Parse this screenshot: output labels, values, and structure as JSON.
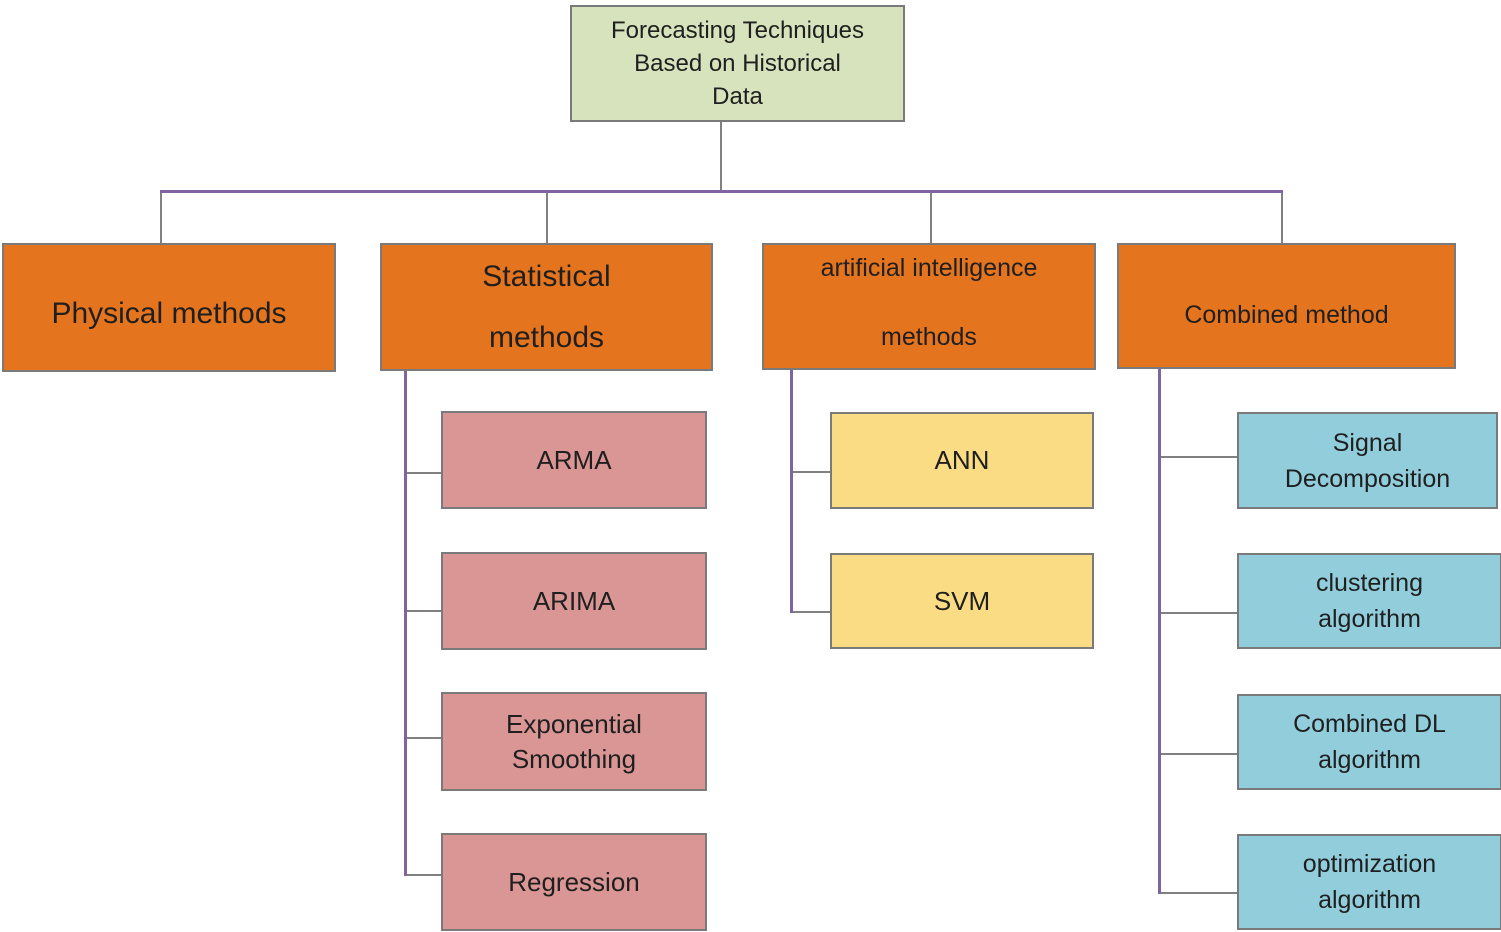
{
  "colors": {
    "root_fill": "#d6e3bc",
    "branch_fill": "#e5741f",
    "statistical_child_fill": "#d99694",
    "ai_child_fill": "#fadc84",
    "combined_child_fill": "#92cddc",
    "connector_purple": "#8064a2",
    "connector_gray": "#808080",
    "text": "#1f1f1f"
  },
  "root": {
    "lines": [
      "Forecasting Techniques",
      "Based on Historical",
      "Data"
    ]
  },
  "branches": {
    "physical": {
      "label": "Physical methods",
      "children": []
    },
    "statistical": {
      "lines": [
        "Statistical",
        "methods"
      ],
      "children": [
        {
          "lines": [
            "ARMA"
          ]
        },
        {
          "lines": [
            "ARIMA"
          ]
        },
        {
          "lines": [
            "Exponential",
            "Smoothing"
          ]
        },
        {
          "lines": [
            "Regression"
          ]
        }
      ]
    },
    "ai": {
      "lines": [
        "artificial intelligence",
        "methods"
      ],
      "children": [
        {
          "lines": [
            "ANN"
          ]
        },
        {
          "lines": [
            "SVM"
          ]
        }
      ]
    },
    "combined": {
      "label": "Combined method",
      "children": [
        {
          "lines": [
            "Signal",
            "Decomposition"
          ]
        },
        {
          "lines": [
            "clustering",
            "algorithm"
          ]
        },
        {
          "lines": [
            "Combined DL",
            "algorithm"
          ]
        },
        {
          "lines": [
            "optimization",
            "algorithm"
          ]
        }
      ]
    }
  }
}
